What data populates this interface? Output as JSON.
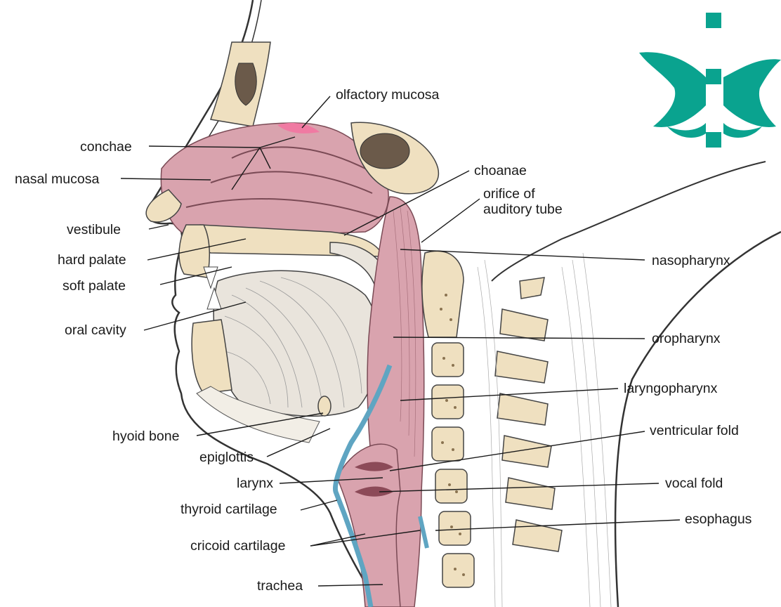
{
  "colors": {
    "mucosa": "#d9a3ae",
    "mucosa_dark": "#c08390",
    "olfactory": "#f07aa2",
    "bone": "#efe0c0",
    "cartilage": "#5fa5c2",
    "muscle": "#e9e4dc",
    "logo": "#0aa38f",
    "ink": "#1a1a1a"
  },
  "logo": {
    "icon": "flame-seal-logo"
  },
  "labels": {
    "olfactory_mucosa": "olfactory mucosa",
    "conchae": "conchae",
    "nasal_mucosa": "nasal mucosa",
    "choanae": "choanae",
    "orifice_auditory_tube": "orifice of\nauditory tube",
    "vestibule": "vestibule",
    "hard_palate": "hard palate",
    "nasopharynx": "nasopharynx",
    "soft_palate": "soft palate",
    "oral_cavity": "oral cavity",
    "oropharynx": "oropharynx",
    "laryngopharynx": "laryngopharynx",
    "hyoid_bone": "hyoid bone",
    "ventricular_fold": "ventricular fold",
    "epiglottis": "epiglottis",
    "larynx": "larynx",
    "vocal_fold": "vocal fold",
    "thyroid_cartilage": "thyroid cartilage",
    "esophagus": "esophagus",
    "cricoid_cartilage": "cricoid cartilage",
    "trachea": "trachea"
  }
}
